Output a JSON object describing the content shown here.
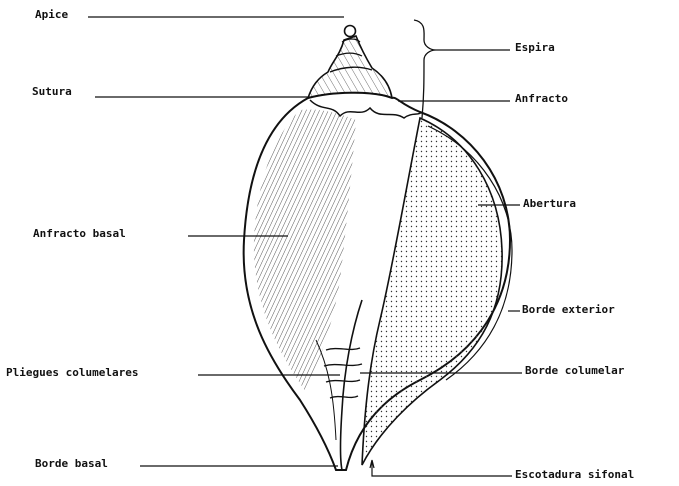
{
  "colors": {
    "ink": "#111111",
    "paper": "#ffffff",
    "shade": "#cfcfcf"
  },
  "labels": {
    "apice": "Apice",
    "sutura": "Sutura",
    "espira": "Espira",
    "anfracto": "Anfracto",
    "abertura": "Abertura",
    "anfracto_basal": "Anfracto basal",
    "borde_exterior": "Borde exterior",
    "pliegues_columelares": "Pliegues columelares",
    "borde_columelar": "Borde columelar",
    "borde_basal": "Borde basal",
    "escotadura_sifonal": "Escotadura sifonal"
  }
}
